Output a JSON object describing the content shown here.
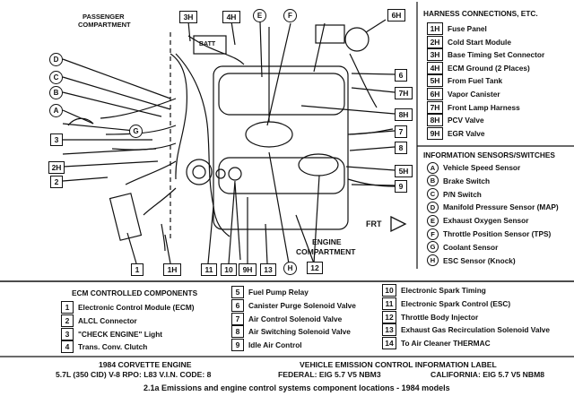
{
  "diagram": {
    "passenger_label": [
      "PASSENGER",
      "COMPARTMENT"
    ],
    "engine_label": [
      "ENGINE",
      "COMPARTMENT"
    ],
    "frt_label": "FRT",
    "batt_label": "BATT",
    "callouts_box": [
      "3H",
      "4H",
      "6H",
      "6",
      "7H",
      "8H",
      "7",
      "8",
      "9",
      "1H",
      "11",
      "10",
      "9H",
      "13",
      "12",
      "3",
      "1",
      "2H",
      "2",
      "5H"
    ],
    "callouts_circle": [
      "E",
      "F",
      "D",
      "C",
      "B",
      "A",
      "G",
      "H"
    ]
  },
  "harness": {
    "title": "HARNESS CONNECTIONS, ETC.",
    "items": [
      {
        "code": "1H",
        "label": "Fuse Panel"
      },
      {
        "code": "2H",
        "label": "Cold Start Module"
      },
      {
        "code": "3H",
        "label": "Base Timing Set Connector"
      },
      {
        "code": "4H",
        "label": "ECM Ground (2 Places)"
      },
      {
        "code": "5H",
        "label": "From Fuel Tank"
      },
      {
        "code": "6H",
        "label": "Vapor Canister"
      },
      {
        "code": "7H",
        "label": "Front Lamp Harness"
      },
      {
        "code": "8H",
        "label": "PCV Valve"
      },
      {
        "code": "9H",
        "label": "EGR Valve"
      }
    ]
  },
  "sensors": {
    "title": "INFORMATION SENSORS/SWITCHES",
    "items": [
      {
        "code": "A",
        "label": "Vehicle Speed Sensor"
      },
      {
        "code": "B",
        "label": "Brake Switch"
      },
      {
        "code": "C",
        "label": "P/N Switch"
      },
      {
        "code": "D",
        "label": "Manifold Pressure Sensor (MAP)"
      },
      {
        "code": "E",
        "label": "Exhaust Oxygen Sensor"
      },
      {
        "code": "F",
        "label": "Throttle Position Sensor (TPS)"
      },
      {
        "code": "G",
        "label": "Coolant Sensor"
      },
      {
        "code": "H",
        "label": "ESC Sensor (Knock)"
      }
    ]
  },
  "ecm": {
    "title": "ECM CONTROLLED COMPONENTS",
    "col1": [
      {
        "code": "1",
        "label": "Electronic Control Module (ECM)"
      },
      {
        "code": "2",
        "label": "ALCL Connector"
      },
      {
        "code": "3",
        "label": "\"CHECK ENGINE\" Light"
      },
      {
        "code": "4",
        "label": "Trans. Conv. Clutch"
      }
    ],
    "col2": [
      {
        "code": "5",
        "label": "Fuel Pump Relay"
      },
      {
        "code": "6",
        "label": "Canister Purge Solenoid Valve"
      },
      {
        "code": "7",
        "label": "Air Control Solenoid Valve"
      },
      {
        "code": "8",
        "label": "Air Switching Solenoid Valve"
      },
      {
        "code": "9",
        "label": "Idle Air Control"
      }
    ],
    "col3": [
      {
        "code": "10",
        "label": "Electronic Spark Timing"
      },
      {
        "code": "11",
        "label": "Electronic Spark Control (ESC)"
      },
      {
        "code": "12",
        "label": "Throttle Body Injector"
      },
      {
        "code": "13",
        "label": "Exhaust Gas Recirculation Solenoid Valve"
      },
      {
        "code": "14",
        "label": "To Air Cleaner THERMAC"
      }
    ]
  },
  "footer": {
    "engine_title": "1984 CORVETTE ENGINE",
    "engine_spec": "5.7L (350 CID) V-8 RPO: L83 V.I.N. CODE: 8",
    "vec_title": "VEHICLE EMISSION CONTROL INFORMATION LABEL",
    "federal": "FEDERAL: EIG 5.7 V5 NBM3",
    "california": "CALIFORNIA: EIG 5.7 V5 NBM8",
    "caption": "2.1a  Emissions and engine control systems component locations - 1984 models"
  }
}
